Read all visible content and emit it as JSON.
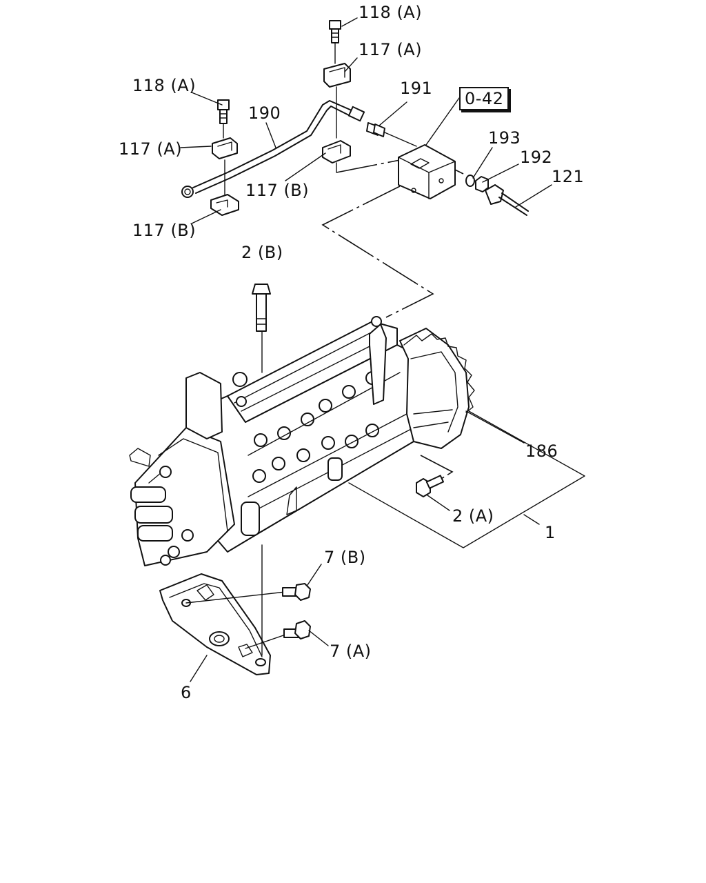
{
  "labels": {
    "p118A_top": "118 (A)",
    "p117A_top": "117 (A)",
    "p118A_left": "118 (A)",
    "p190": "190",
    "p191": "191",
    "ref_042": "0-42",
    "p193": "193",
    "p192": "192",
    "p121": "121",
    "p117A_left": "117 (A)",
    "p117B_mid": "117 (B)",
    "p117B_left": "117 (B)",
    "p2B": "2 (B)",
    "p186": "186",
    "p2A": "2 (A)",
    "p1": "1",
    "p7B": "7 (B)",
    "p7A": "7 (A)",
    "p6": "6"
  }
}
